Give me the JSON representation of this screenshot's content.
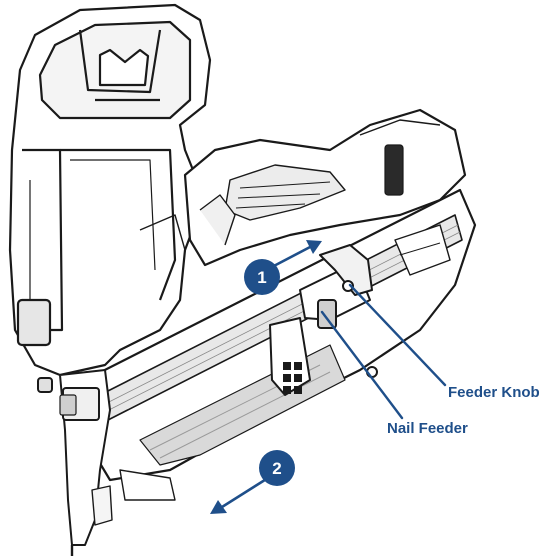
{
  "diagram": {
    "callouts": [
      {
        "number": "1"
      },
      {
        "number": "2"
      }
    ],
    "labels": {
      "feeder_knob": "Feeder Knob",
      "nail_feeder": "Nail Feeder"
    },
    "colors": {
      "accent": "#1f4f8a",
      "line": "#1a1a1a",
      "shade": "#d9d9d9",
      "background": "#ffffff"
    }
  }
}
